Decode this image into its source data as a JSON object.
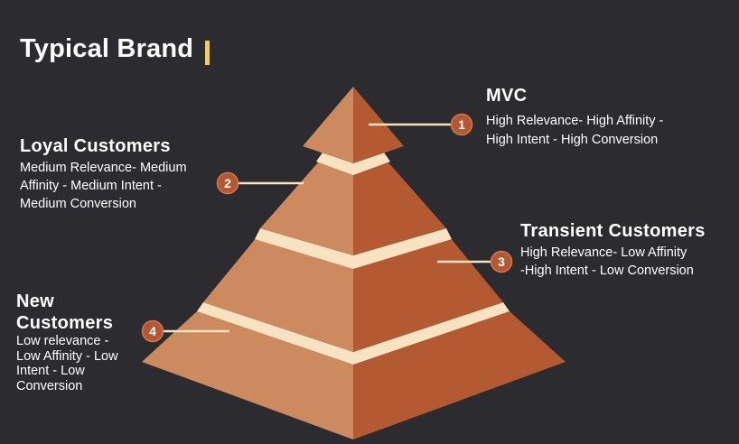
{
  "title": "Typical Brand",
  "colors": {
    "background": "#2c2b2f",
    "tier_light": "#cd8a5e",
    "tier_dark": "#b35a33",
    "separator": "#f7e2c1",
    "marker": "#b65733",
    "title_accent": "#f6c85f"
  },
  "tiers": [
    {
      "number": "1",
      "name": "MVC",
      "description": "High Relevance- High Affinity -\nHigh Intent - High Conversion"
    },
    {
      "number": "2",
      "name": "Loyal Customers",
      "description": "Medium Relevance- Medium\nAffinity - Medium Intent -\nMedium Conversion"
    },
    {
      "number": "3",
      "name": "Transient Customers",
      "description": "High Relevance- Low Affinity\n-High Intent - Low Conversion"
    },
    {
      "number": "4",
      "name": "New Customers",
      "description": "Low relevance -\nLow Affinity - Low\nIntent - Low\nConversion"
    }
  ]
}
